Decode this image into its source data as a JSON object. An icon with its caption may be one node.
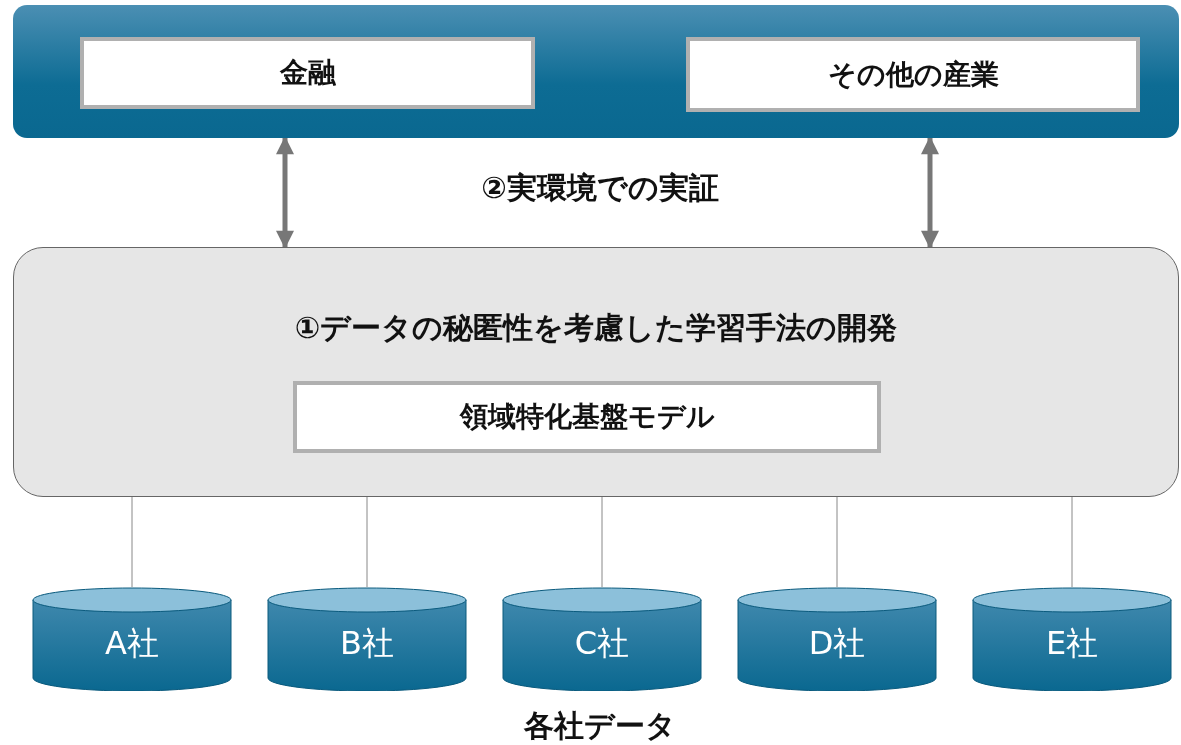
{
  "diagram": {
    "nodes": [
      {
        "text": [],
        "shape": "box"
      },
      {
        "text": [
          "金融"
        ],
        "in": 0
      },
      {
        "text": [
          "その他の産業"
        ],
        "in": 0
      },
      {
        "text": [
          "①データの秘匿性を考慮した学習手法の開発"
        ]
      },
      {
        "text": [
          "領域特化基盤モデル"
        ],
        "in": 3
      },
      {
        "text": [
          "A社"
        ]
      },
      {
        "text": [
          "B社"
        ]
      },
      {
        "text": [
          "C社"
        ]
      },
      {
        "text": [
          "D社"
        ]
      },
      {
        "text": [
          "E社"
        ]
      }
    ],
    "edges": [
      {
        "from": 3,
        "to": 0,
        "arrow": "both",
        "style": "thick"
      },
      {
        "from": 3,
        "to": 0,
        "arrow": "both",
        "style": "thick"
      },
      {
        "from": 5,
        "to": 3,
        "arrow": "none"
      },
      {
        "from": 6,
        "to": 3,
        "arrow": "none"
      },
      {
        "from": 7,
        "to": 3,
        "arrow": "none"
      },
      {
        "from": 8,
        "to": 3,
        "arrow": "none"
      },
      {
        "from": 9,
        "to": 3,
        "arrow": "none"
      }
    ],
    "labels": [
      "②実環境での実証",
      "各社データ"
    ]
  }
}
